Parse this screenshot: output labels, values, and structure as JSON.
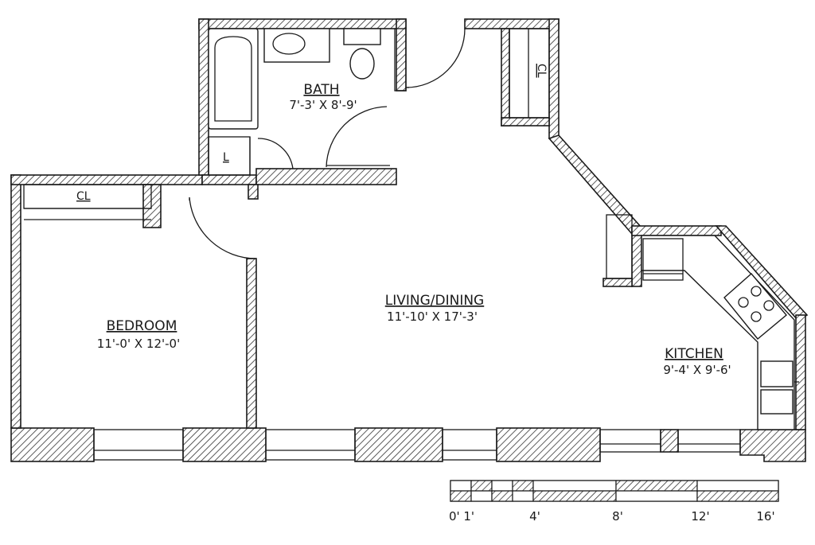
{
  "plan": {
    "rooms": {
      "bath": {
        "name": "BATH",
        "dims": "7'-3' X 8'-9'"
      },
      "living": {
        "name": "LIVING/DINING",
        "dims": "11'-10' X 17'-3'"
      },
      "bedroom": {
        "name": "BEDROOM",
        "dims": "11'-0' X 12'-0'"
      },
      "kitchen": {
        "name": "KITCHEN",
        "dims": "9'-4' X 9'-6'"
      }
    },
    "closets": {
      "bedroom_closet": "CL",
      "entry_closet": "CL",
      "linen_closet": "L"
    },
    "scale": {
      "ticks": [
        "0' 1'",
        "4'",
        "8'",
        "12'",
        "16'"
      ]
    }
  }
}
